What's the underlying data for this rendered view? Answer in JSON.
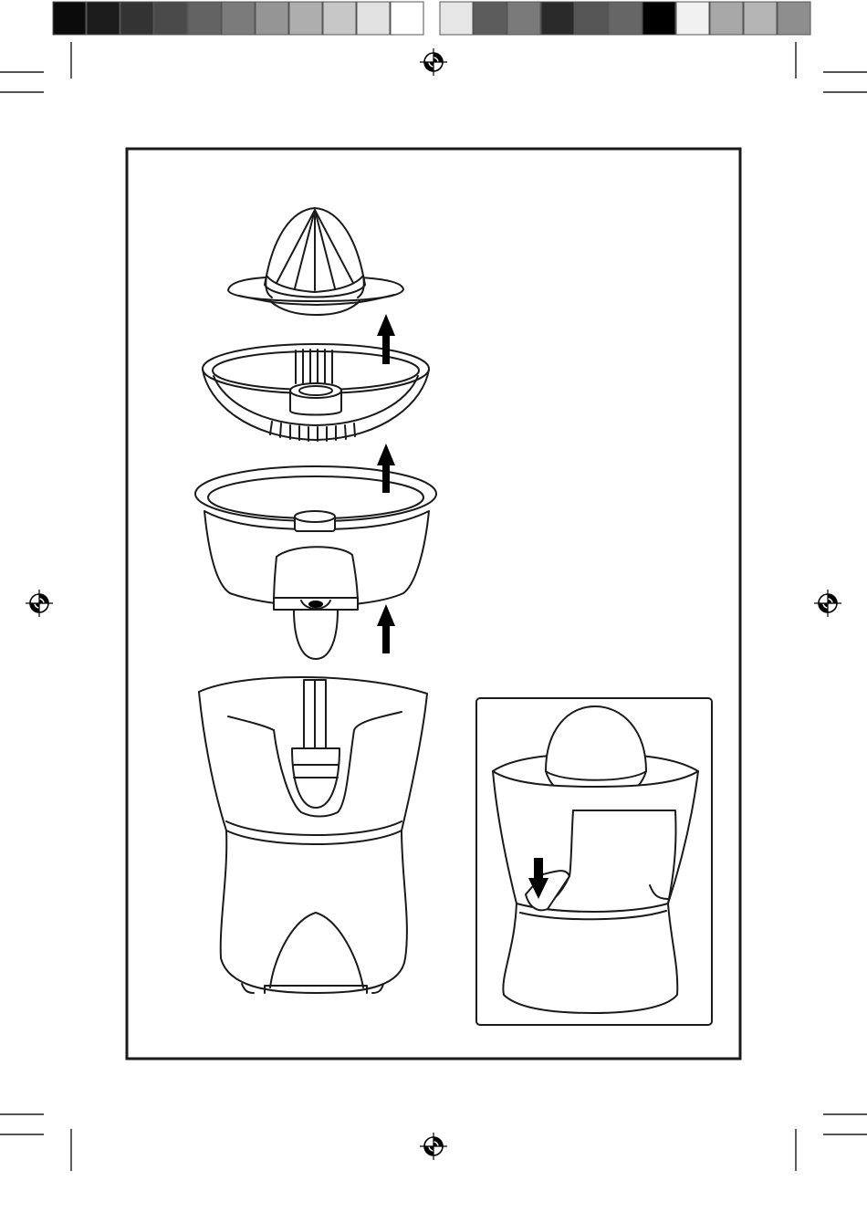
{
  "page": {
    "background": "#ffffff",
    "line_color": "#1a1a1a"
  },
  "color_bar": {
    "left_swatches": [
      "#0b0b0b",
      "#1c1c1c",
      "#333333",
      "#4a4a4a",
      "#636363",
      "#7b7b7b",
      "#959595",
      "#aeaeae",
      "#c7c7c7",
      "#e1e1e1",
      "#ffffff"
    ],
    "right_swatches": [
      "#e6e6e6",
      "#5c5c5c",
      "#7a7a7a",
      "#2a2a2a",
      "#555555",
      "#666666",
      "#000000",
      "#f0f0f0",
      "#a8a8a8",
      "#b4b4b4",
      "#8e8e8e"
    ]
  },
  "registration_marks": {
    "icon": "registration-crosshair-icon",
    "positions": [
      "top",
      "left",
      "right",
      "bottom"
    ]
  },
  "figure": {
    "exploded_view": {
      "parts": [
        "juicing-cone",
        "filter-sieve",
        "juice-container-with-spout",
        "motor-base-with-drive-shaft"
      ],
      "arrow_direction": "up",
      "arrow_count": 3
    },
    "inset": {
      "subject": "assembled-juicer-spout",
      "arrow_direction": "down"
    }
  }
}
